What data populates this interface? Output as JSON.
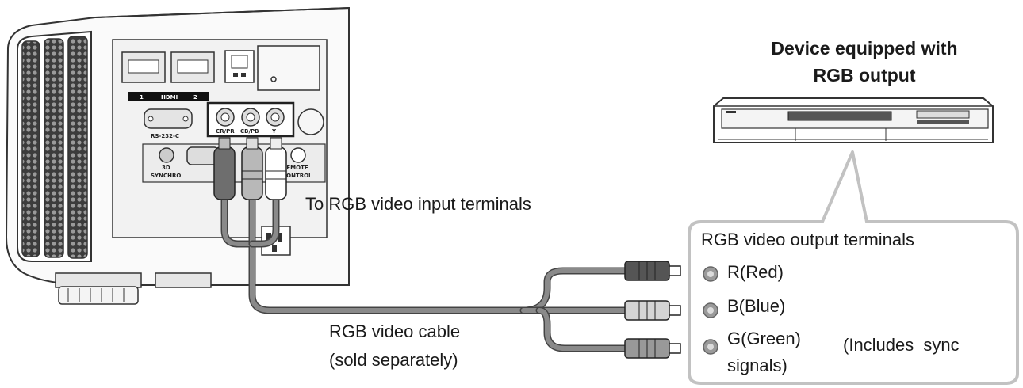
{
  "device": {
    "title_line1": "Device equipped with",
    "title_line2": "RGB output"
  },
  "labels": {
    "input_terminals": "To RGB video input terminals",
    "output_panel_title": "RGB video output terminals",
    "red": "R(Red)",
    "blue": "B(Blue)",
    "green": "G(Green)",
    "green_cont": "signals)",
    "sync_note": "(Includes sync",
    "cable_line1": "RGB video cable",
    "cable_line2": "(sold separately)"
  },
  "projector_panel": {
    "hdmi_1": "1",
    "hdmi_label": "HDMI",
    "hdmi_2": "2",
    "rs232": "RS-232-C",
    "jack_crpr": "CR/PR",
    "jack_cbpb": "CB/PB",
    "jack_y": "Y",
    "sync_3d": "3D",
    "sync_3d_2": "SYNCHRO",
    "remote": "REMOTE",
    "control": "CONTROL"
  },
  "colors": {
    "cable": "#7a7a7a",
    "panel_border": "#bdbdbd",
    "line": "#333333"
  }
}
